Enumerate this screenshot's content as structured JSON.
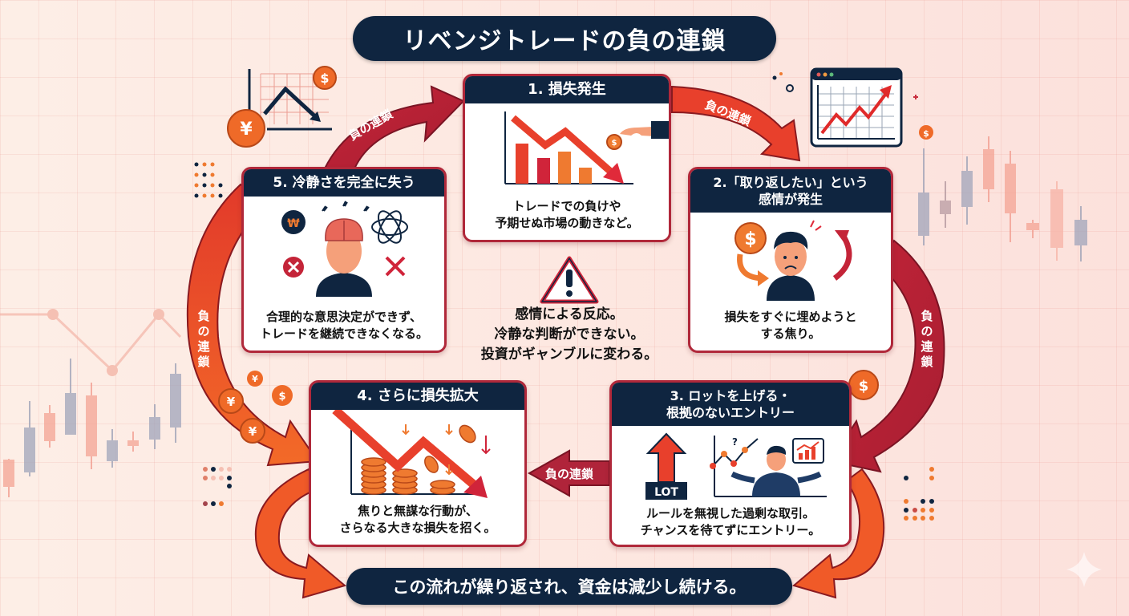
{
  "title": "リベンジトレードの負の連鎖",
  "chain_label": "負の連鎖",
  "chain_label_vertical": [
    "負",
    "の",
    "連",
    "鎖"
  ],
  "steps": [
    {
      "number": 1,
      "heading": "1. 損失発生",
      "description": [
        "トレードでの負けや",
        "予期せぬ市場の動きなど。"
      ],
      "illustration": "falling-bar-chart-with-coin-hand"
    },
    {
      "number": 2,
      "heading": [
        "2.「取り返したい」という",
        "感情が発生"
      ],
      "description": [
        "損失をすぐに埋めようと",
        "する焦り。"
      ],
      "illustration": "worried-person-with-cycle-arrows"
    },
    {
      "number": 3,
      "heading": [
        "3. ロットを上げる・",
        "根拠のないエントリー"
      ],
      "description": [
        "ルールを無視した過剰な取引。",
        "チャンスを待てずにエントリー。"
      ],
      "illustration": "lot-up-arrow-confused-trader",
      "lot_label": "LOT"
    },
    {
      "number": 4,
      "heading": "4. さらに損失拡大",
      "description": [
        "焦りと無謀な行動が、",
        "さらなる大きな損失を招く。"
      ],
      "illustration": "shrinking-coin-stacks-down-arrow"
    },
    {
      "number": 5,
      "heading": "5. 冷静さを完全に失う",
      "description": [
        "合理的な意思決定ができず、",
        "トレードを継続できなくなる。"
      ],
      "illustration": "stressed-brain-person"
    }
  ],
  "center_warning": {
    "icon": "warning-triangle-icon",
    "lines": [
      "感情による反応。",
      "冷静な判断ができない。",
      "投資がギャンブルに変わる。"
    ]
  },
  "footer": "この流れが繰り返され、資金は減少し続ける。",
  "colors": {
    "navy": "#0f2540",
    "crimson": "#b0283a",
    "red_orange": "#e8452c",
    "orange": "#ef7a30",
    "background": "#fdeee6"
  },
  "decor": {
    "currency_symbols": [
      "¥",
      "$"
    ]
  }
}
